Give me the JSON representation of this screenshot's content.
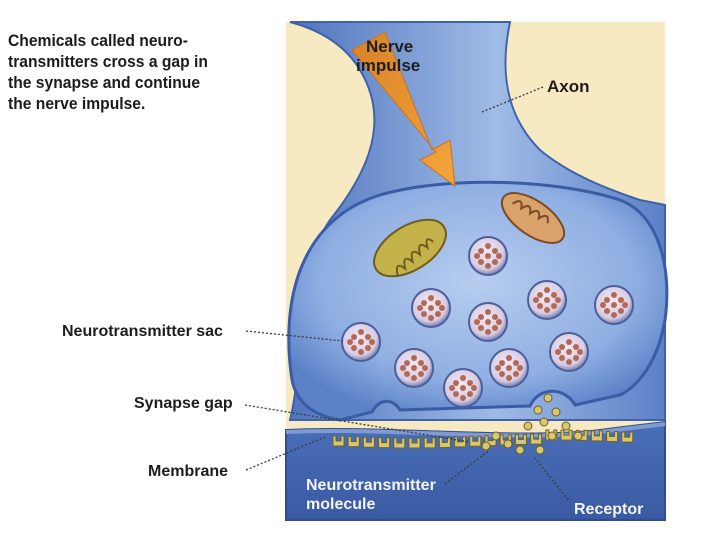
{
  "caption": "Chemicals called neuro-transmitters cross a gap in the synapse and continue the nerve impulse.",
  "caption_lines": [
    "Chemicals called neuro-",
    "transmitters cross a gap in",
    "the synapse and continue",
    "the nerve impulse."
  ],
  "labels": {
    "nerve_impulse": [
      "Nerve",
      "impulse"
    ],
    "axon": "Axon",
    "neurotransmitter_sac": "Neurotransmitter sac",
    "synapse_gap": "Synapse gap",
    "membrane": "Membrane",
    "neurotransmitter_molecule": [
      "Neurotransmitter",
      "molecule"
    ],
    "receptor": "Receptor"
  },
  "colors": {
    "background_panel": "#f7e9c2",
    "neuron": "#5d83c9",
    "neuron_light": "#a7c1ea",
    "postsynaptic": "#3f63ae",
    "arrow": "#f09a2c",
    "molecule": "#d8c770",
    "sac_core": "#b26a55"
  }
}
